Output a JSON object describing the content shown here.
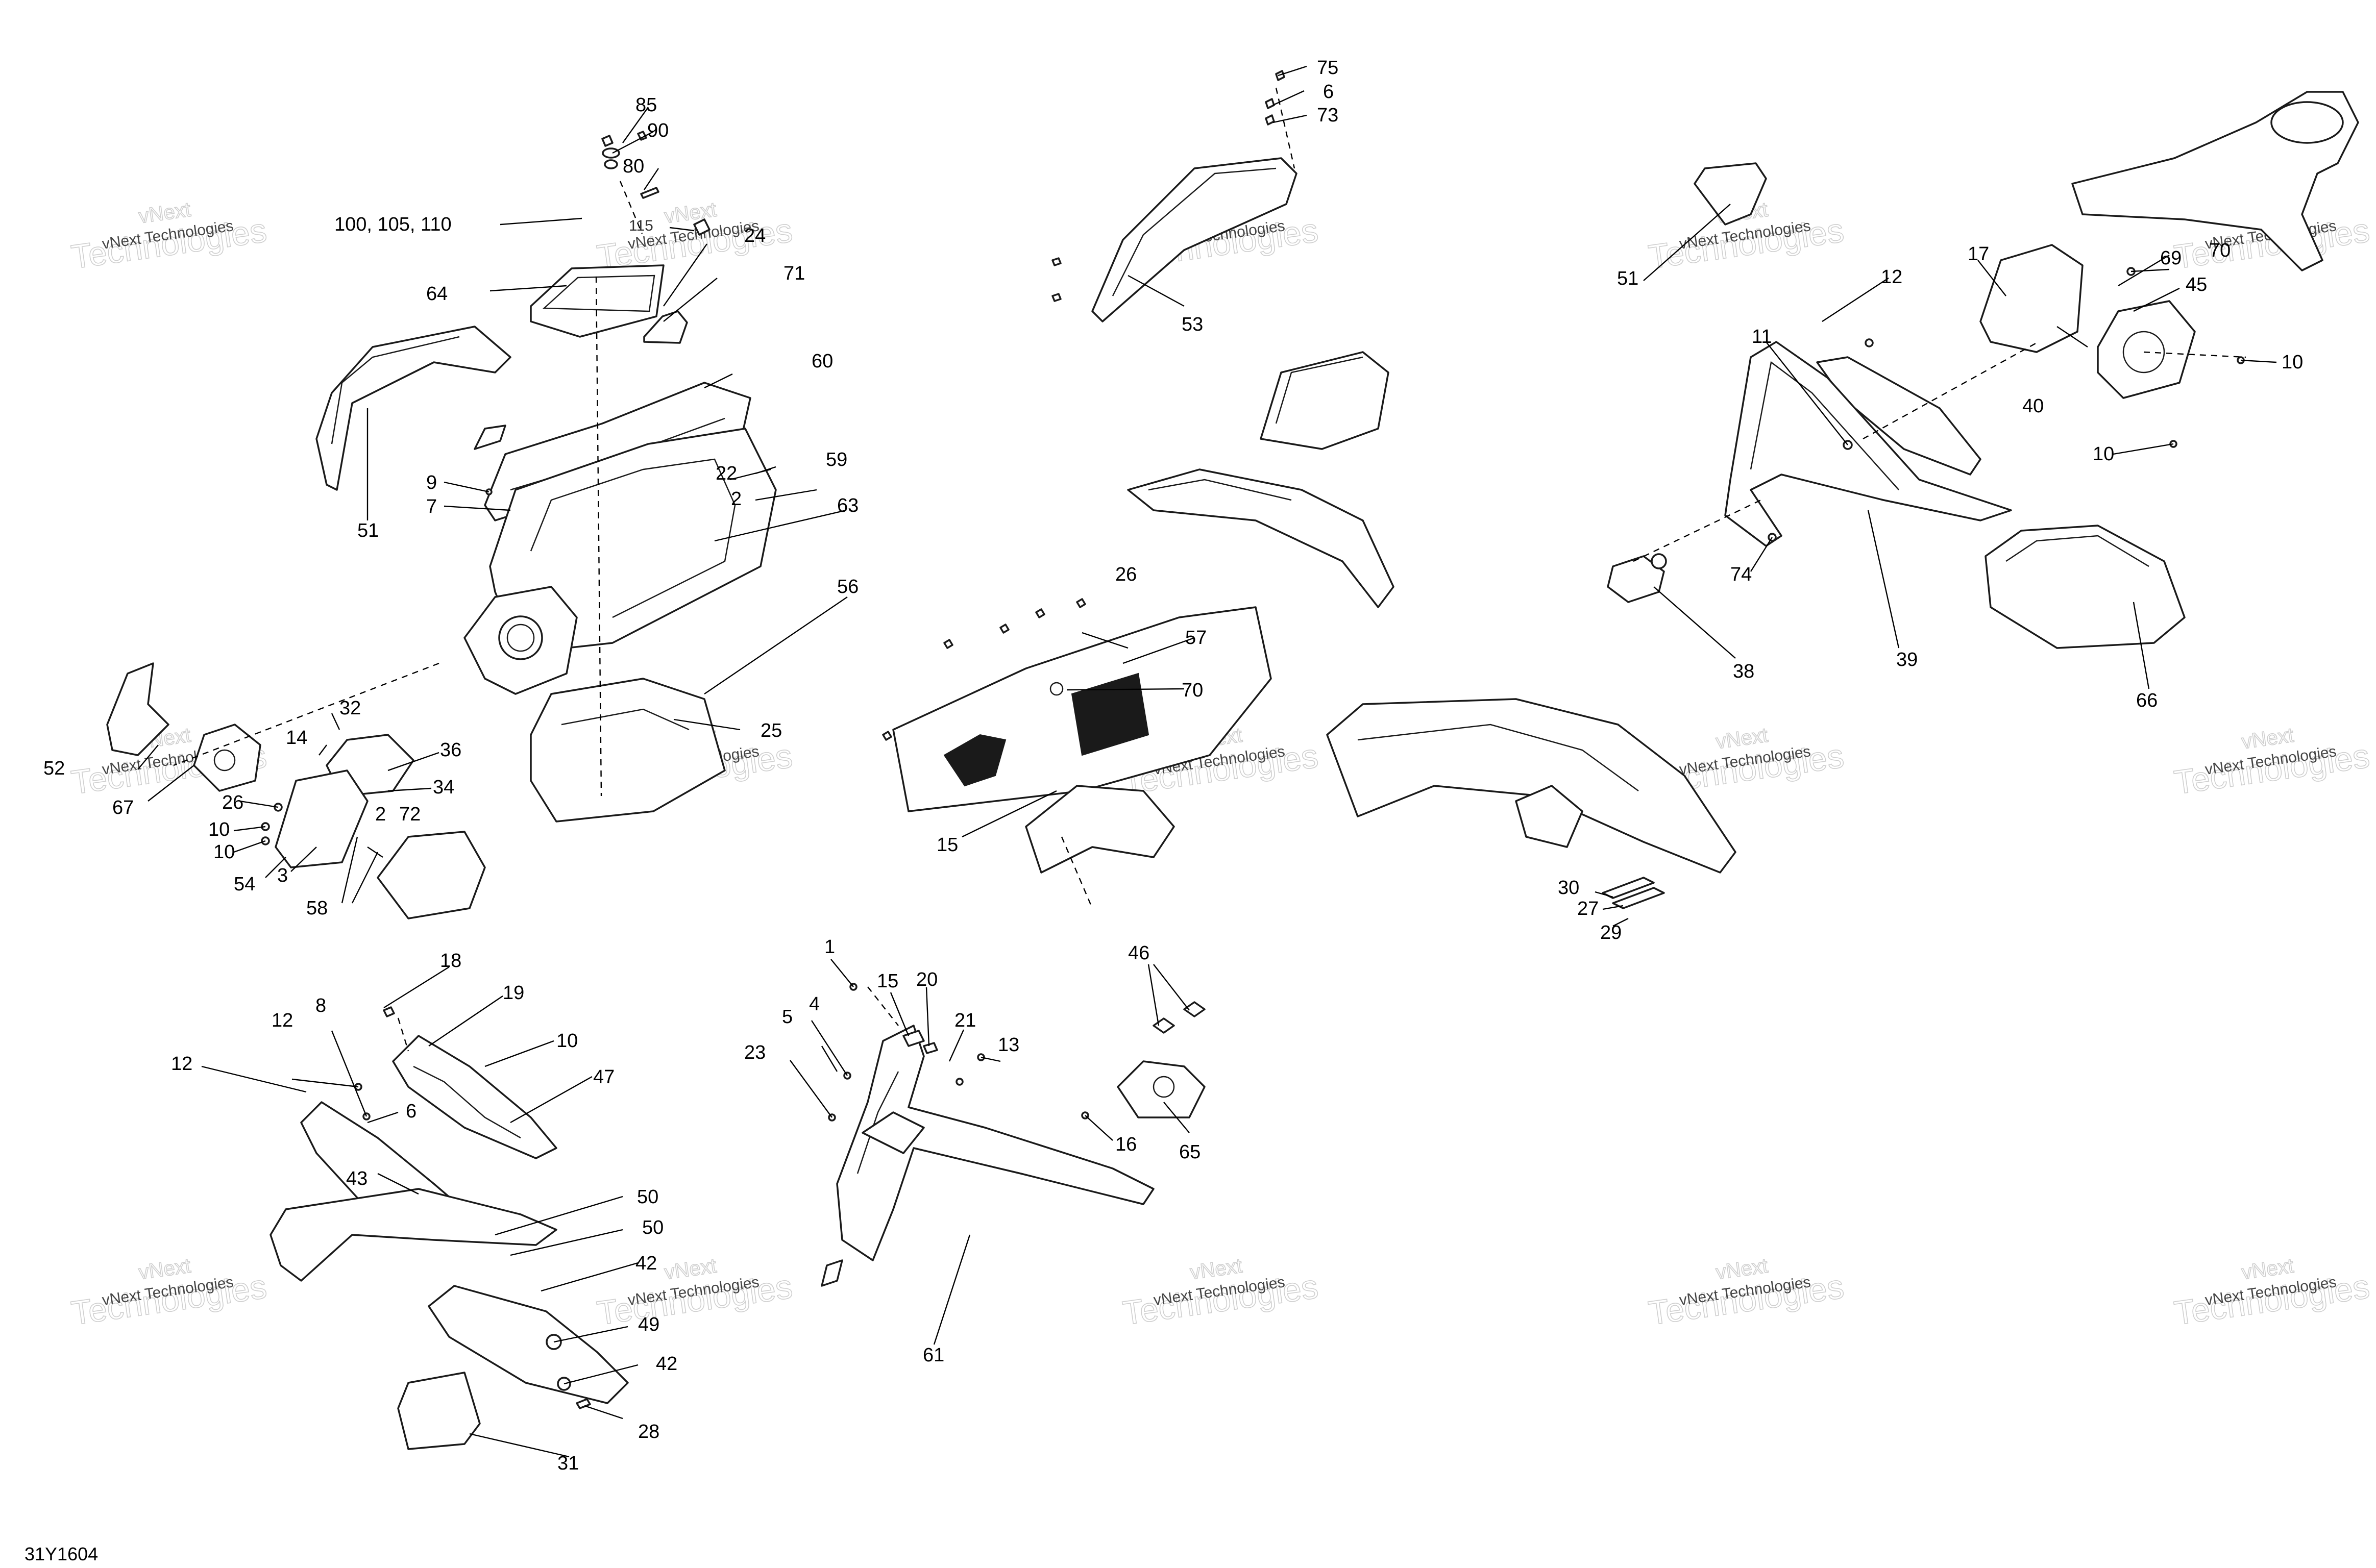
{
  "diagram": {
    "reference_code": "31Y1604",
    "watermark": {
      "line1": "vNext",
      "line2": "Technologies",
      "combined": "vNext Technologies"
    },
    "callouts": [
      "1",
      "2",
      "3",
      "4",
      "5",
      "6",
      "7",
      "8",
      "9",
      "10",
      "11",
      "12",
      "13",
      "14",
      "15",
      "16",
      "17",
      "18",
      "19",
      "20",
      "21",
      "22",
      "23",
      "24",
      "25",
      "26",
      "27",
      "28",
      "29",
      "30",
      "31",
      "32",
      "34",
      "36",
      "38",
      "39",
      "40",
      "42",
      "43",
      "45",
      "46",
      "47",
      "49",
      "50",
      "51",
      "52",
      "53",
      "54",
      "56",
      "57",
      "58",
      "59",
      "60",
      "61",
      "63",
      "64",
      "65",
      "66",
      "67",
      "69",
      "70",
      "71",
      "72",
      "73",
      "74",
      "75",
      "80",
      "85",
      "90",
      "100, 105, 110",
      "115"
    ]
  }
}
